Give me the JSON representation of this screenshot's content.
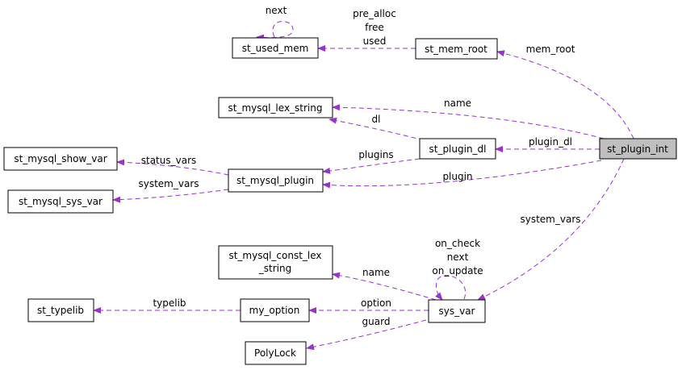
{
  "colors": {
    "edge": "#9932cc",
    "focus_fill": "#bfbfbf",
    "box_border": "#000000"
  },
  "nodes": {
    "st_plugin_int": "st_plugin_int",
    "st_mem_root": "st_mem_root",
    "st_used_mem": "st_used_mem",
    "st_mysql_lex_string": "st_mysql_lex_string",
    "st_plugin_dl": "st_plugin_dl",
    "st_mysql_plugin": "st_mysql_plugin",
    "st_mysql_show_var": "st_mysql_show_var",
    "st_mysql_sys_var": "st_mysql_sys_var",
    "st_mysql_const_lex_string_line1": "st_mysql_const_lex",
    "st_mysql_const_lex_string_line2": "_string",
    "sys_var": "sys_var",
    "my_option": "my_option",
    "st_typelib": "st_typelib",
    "PolyLock": "PolyLock"
  },
  "edge_labels": {
    "used_mem_self": "next",
    "mem_root_used_1": "pre_alloc",
    "mem_root_used_2": "free",
    "mem_root_used_3": "used",
    "int_mem_root": "mem_root",
    "int_lex_string": "name",
    "plugin_dl_lex": "dl",
    "int_plugin_dl": "plugin_dl",
    "plugin_dl_plugin": "plugins",
    "int_plugin": "plugin",
    "plugin_show_var": "status_vars",
    "plugin_sys_var": "system_vars",
    "int_sys_var": "system_vars",
    "sys_var_self_1": "on_check",
    "sys_var_self_2": "next",
    "sys_var_self_3": "on_update",
    "sys_var_const_lex": "name",
    "sys_var_option": "option",
    "sys_var_guard": "guard",
    "option_typelib": "typelib"
  }
}
